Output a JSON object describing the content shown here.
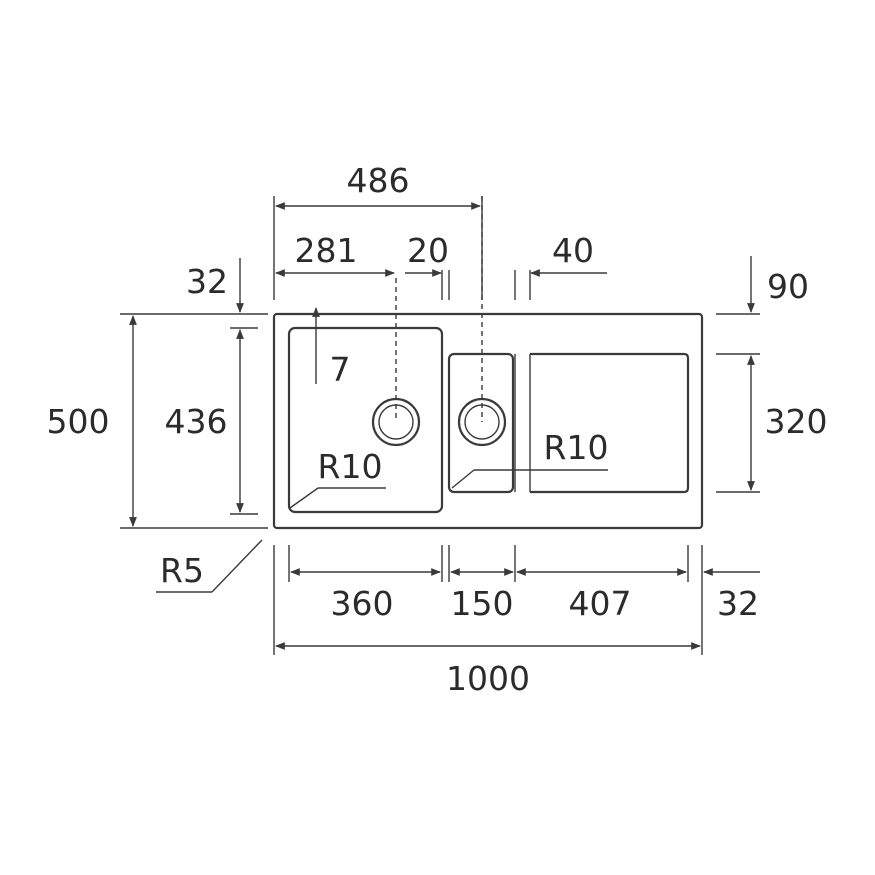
{
  "diagram": {
    "dimensions": {
      "overall_width_top": "486",
      "bowl_left_to_drain": "281",
      "divider_gap": "20",
      "drainer_edge": "40",
      "top_margin": "32",
      "right_top": "90",
      "depth_500": "500",
      "depth_436": "436",
      "drainer_depth": "320",
      "small_edge": "7",
      "radius_main": "R10",
      "radius_small_bowl": "R10",
      "radius_corner": "R5",
      "bottom_360": "360",
      "bottom_150": "150",
      "bottom_407": "407",
      "bottom_32": "32",
      "overall_width": "1000"
    }
  }
}
